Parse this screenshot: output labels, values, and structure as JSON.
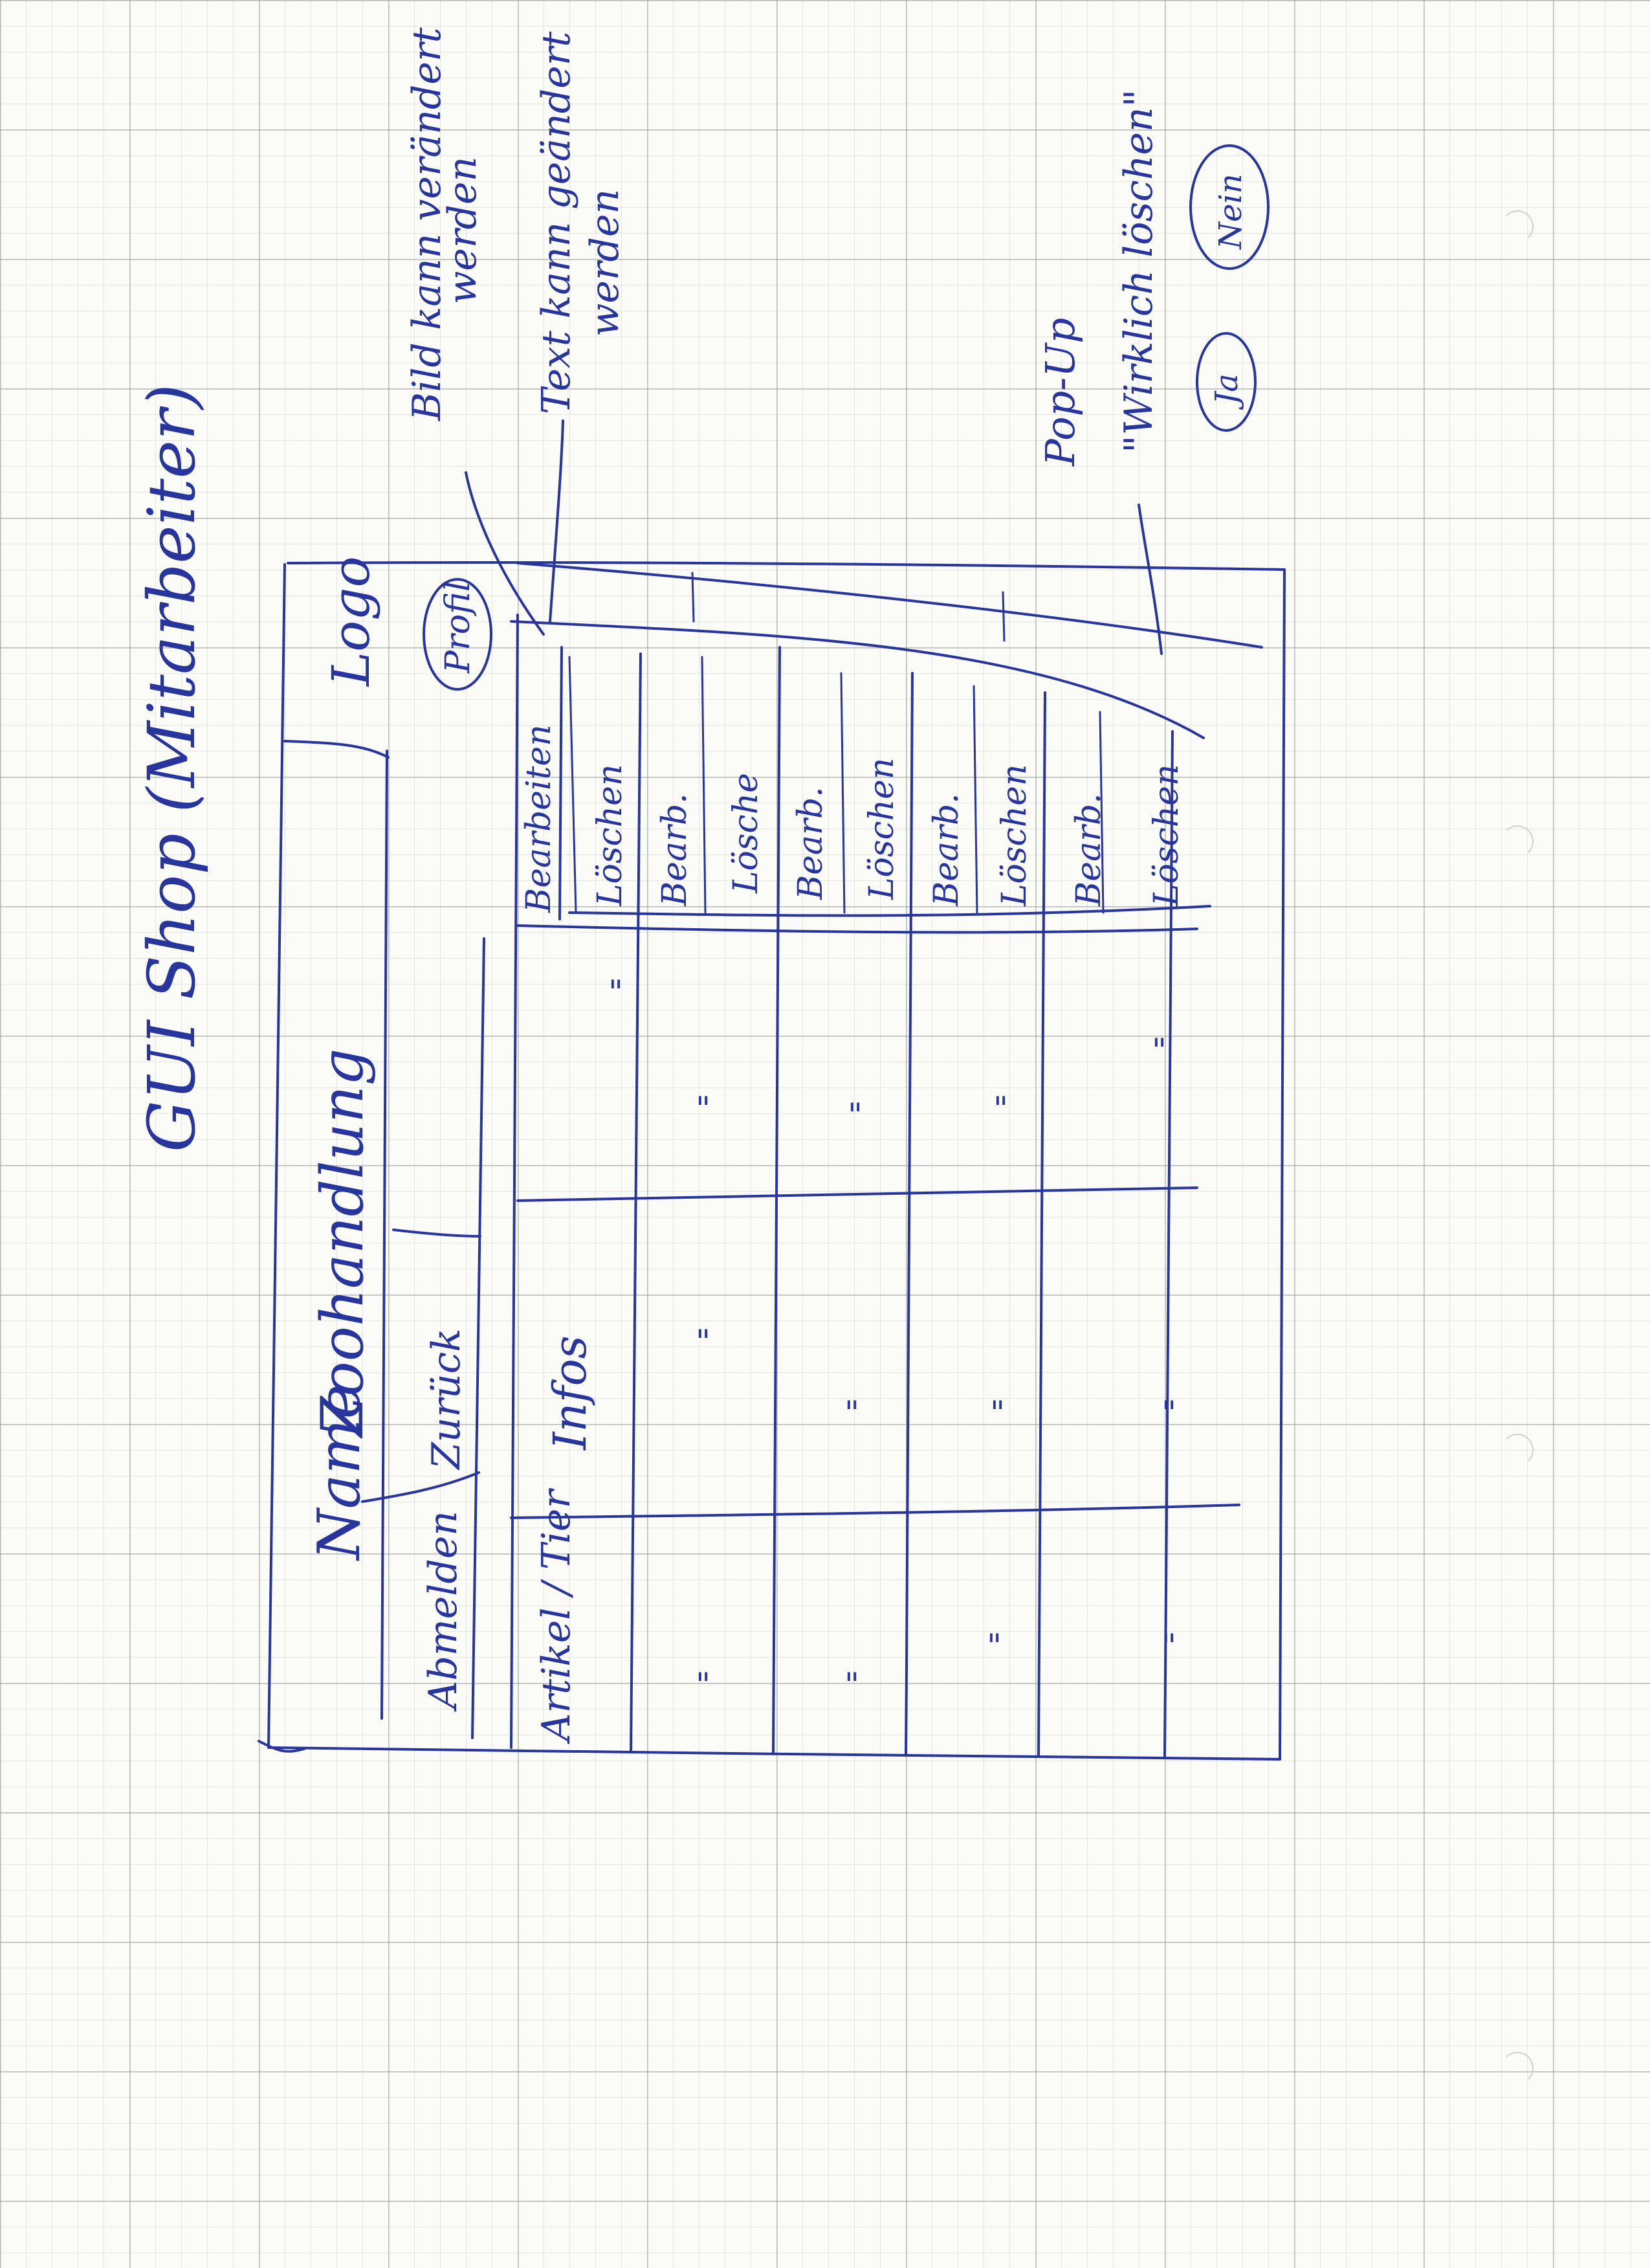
{
  "sheet": {
    "title": "GUI Shop (Mitarbeiter)",
    "header": {
      "name": "Name",
      "shop_name": "Zoohandlung",
      "logo": "Logo",
      "logout": "Abmelden",
      "back": "Zurück",
      "profile": "Profil"
    },
    "table": {
      "columns": [
        "Artikel / Tier",
        "Infos"
      ],
      "ditto": "\"",
      "actions": [
        {
          "edit": "Bearbeiten",
          "delete": "Löschen"
        },
        {
          "edit": "Bearb.",
          "delete": "Lösche"
        },
        {
          "edit": "Bearb.",
          "delete": "Löschen"
        },
        {
          "edit": "Bearb.",
          "delete": "Löschen"
        },
        {
          "edit": "Bearb.",
          "delete": "Löschen"
        }
      ]
    },
    "notes": {
      "image": [
        "Bild kann verändert",
        "werden"
      ],
      "text": [
        "Text kann geändert",
        "werden"
      ],
      "popup": "Pop-Up",
      "popup_question": "\"Wirklich löschen\"",
      "yes": "Ja",
      "no": "Nein"
    }
  },
  "colors": {
    "ink": "#27359c",
    "paper": "#fbfbf8"
  }
}
